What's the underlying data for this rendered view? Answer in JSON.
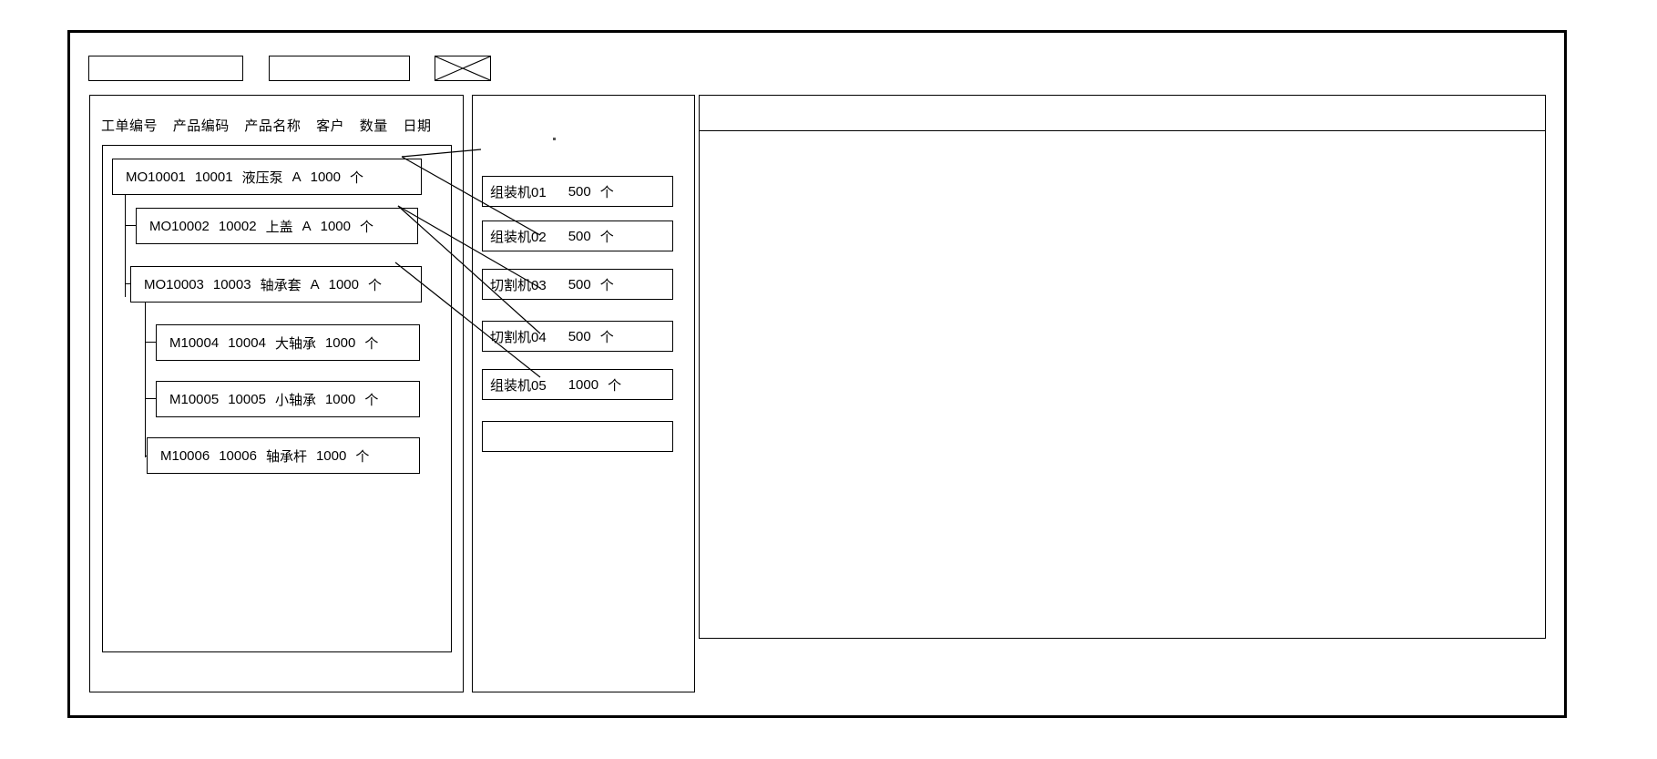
{
  "window": {
    "title": ""
  },
  "toolbar": {
    "field_1_value": "",
    "field_2_value": "",
    "image_placeholder_name": "image-placeholder-icon"
  },
  "left_panel": {
    "columns": [
      "工单编号",
      "产品编码",
      "产品名称",
      "客户",
      "数量",
      "日期"
    ],
    "rows": [
      {
        "level": 0,
        "order_no": "MO10001",
        "product_code": "10001",
        "product_name": "液压泵",
        "customer": "A",
        "quantity": "1000",
        "unit": "个"
      },
      {
        "level": 1,
        "order_no": "MO10002",
        "product_code": "10002",
        "product_name": "上盖",
        "customer": "A",
        "quantity": "1000",
        "unit": "个"
      },
      {
        "level": 1,
        "order_no": "MO10003",
        "product_code": "10003",
        "product_name": "轴承套",
        "customer": "A",
        "quantity": "1000",
        "unit": "个"
      },
      {
        "level": 2,
        "order_no": "M10004",
        "product_code": "10004",
        "product_name": "大轴承",
        "customer": "",
        "quantity": "1000",
        "unit": "个"
      },
      {
        "level": 2,
        "order_no": "M10005",
        "product_code": "10005",
        "product_name": "小轴承",
        "customer": "",
        "quantity": "1000",
        "unit": "个"
      },
      {
        "level": 2,
        "order_no": "M10006",
        "product_code": "10006",
        "product_name": "轴承杆",
        "customer": "",
        "quantity": "1000",
        "unit": "个"
      }
    ]
  },
  "middle_panel": {
    "machines": [
      {
        "name": "组装机01",
        "quantity": "500",
        "unit": "个"
      },
      {
        "name": "组装机02",
        "quantity": "500",
        "unit": "个"
      },
      {
        "name": "切割机03",
        "quantity": "500",
        "unit": "个"
      },
      {
        "name": "切割机04",
        "quantity": "500",
        "unit": "个"
      },
      {
        "name": "组装机05",
        "quantity": "1000",
        "unit": "个"
      }
    ],
    "empty_slot_value": ""
  },
  "right_panel": {
    "header_value": "",
    "body_value": ""
  },
  "colors": {
    "stroke": "#000000",
    "background": "#ffffff"
  }
}
